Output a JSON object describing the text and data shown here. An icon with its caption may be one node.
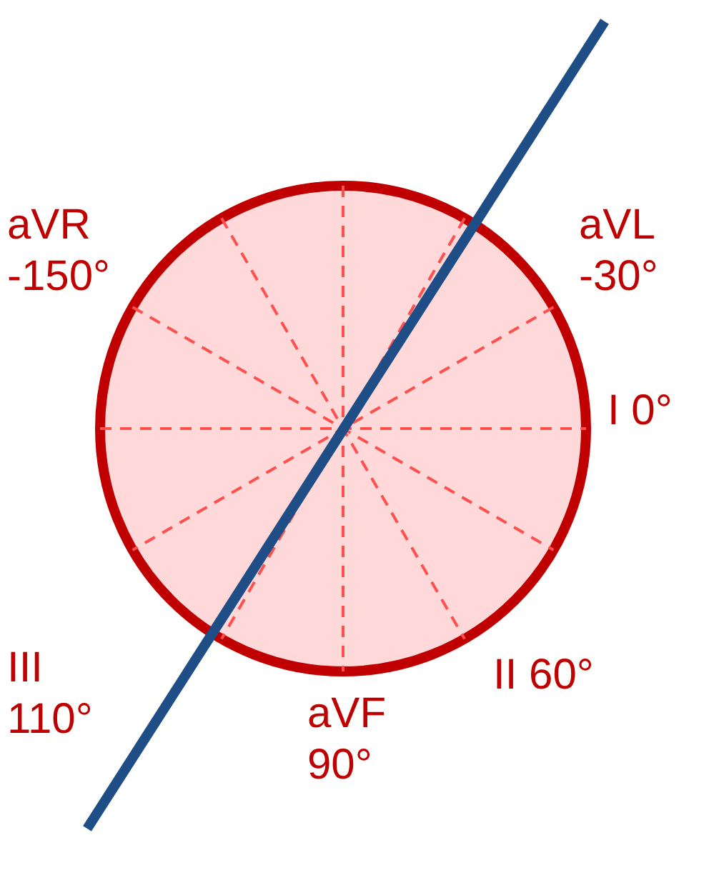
{
  "diagram": {
    "labels": [
      "aVR -150°",
      "aVL -30°",
      "I 0°",
      "II 60°",
      "III 110°",
      "aVF 90°"
    ]
  }
}
